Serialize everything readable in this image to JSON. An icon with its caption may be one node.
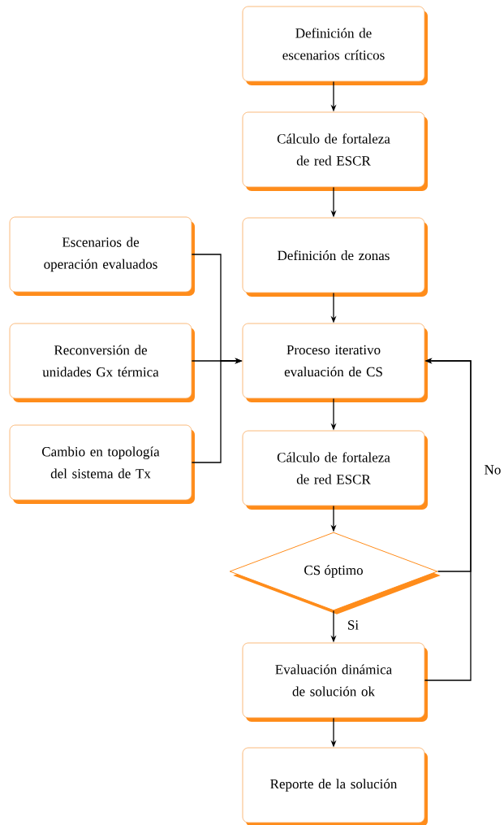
{
  "diagram": {
    "nodes": [
      {
        "text": [
          "Definición de escenarios críticos"
        ]
      },
      {
        "text": [
          "Cálculo de fortaleza de red ESCR"
        ]
      },
      {
        "text": [
          "Definición de zonas"
        ]
      },
      {
        "text": [
          "Escenarios de operación evaluados"
        ]
      },
      {
        "text": [
          "Reconversión de unidades Gx térmica"
        ]
      },
      {
        "text": [
          "Cambio en topología del sistema de Tx"
        ]
      },
      {
        "text": [
          "Proceso iterativo evaluación de CS"
        ]
      },
      {
        "text": [
          "Cálculo de fortaleza de red ESCR"
        ]
      },
      {
        "text": [
          "CS óptimo"
        ]
      },
      {
        "text": [
          "Evaluación dinámica de solución ok"
        ]
      },
      {
        "text": [
          "Reporte de la solución"
        ]
      }
    ],
    "edges": [
      {
        "from": 0,
        "to": 1,
        "arrow": "to"
      },
      {
        "from": 1,
        "to": 2,
        "arrow": "to"
      },
      {
        "from": 2,
        "to": 6,
        "arrow": "to"
      },
      {
        "from": 3,
        "to": 6,
        "arrow": "to"
      },
      {
        "from": 4,
        "to": 6,
        "arrow": "to"
      },
      {
        "from": 5,
        "to": 6,
        "arrow": "to"
      },
      {
        "from": 6,
        "to": 7,
        "arrow": "to"
      },
      {
        "from": 7,
        "to": 8,
        "arrow": "to"
      },
      {
        "from": 8,
        "to": 9,
        "arrow": "to",
        "label": "Si"
      },
      {
        "from": 8,
        "to": 6,
        "arrow": "to",
        "label": "No"
      },
      {
        "from": 9,
        "to": 6,
        "arrow": "to"
      },
      {
        "from": 9,
        "to": 10,
        "arrow": "to"
      }
    ]
  }
}
